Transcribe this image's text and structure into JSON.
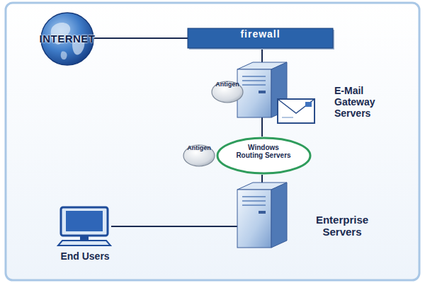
{
  "diagram": {
    "nodes": [
      {
        "text": [
          "INTERNET"
        ]
      },
      {
        "text": [
          "firewall"
        ]
      },
      {
        "text": [
          "Antigen"
        ]
      },
      {
        "text": [
          "E-Mail Gateway Servers"
        ]
      },
      {
        "text": [
          "Antigen"
        ]
      },
      {
        "text": [
          "Windows Routing Servers"
        ]
      },
      {
        "text": [
          "End Users"
        ]
      },
      {
        "text": [
          "Enterprise Servers"
        ]
      }
    ],
    "edges": [
      {
        "from": 0,
        "to": 1,
        "arrow": "none"
      },
      {
        "from": 1,
        "to": 3,
        "arrow": "none"
      },
      {
        "from": 3,
        "to": 5,
        "arrow": "none"
      },
      {
        "from": 5,
        "to": 7,
        "arrow": "none"
      },
      {
        "from": 6,
        "to": 7,
        "arrow": "none"
      }
    ]
  }
}
